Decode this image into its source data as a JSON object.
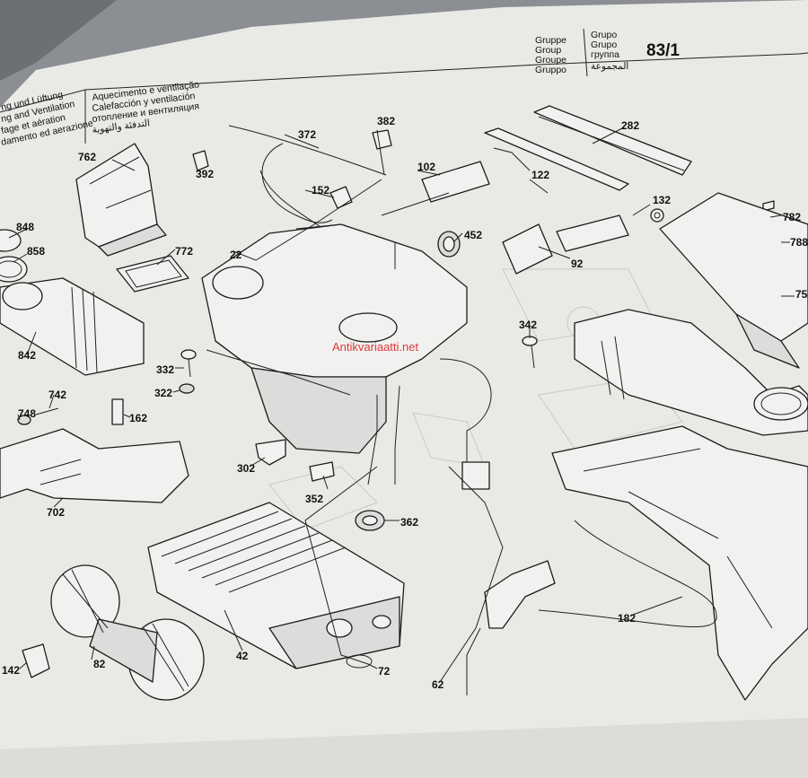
{
  "header": {
    "group_labels": [
      "Gruppe",
      "Group",
      "Groupe",
      "Gruppo"
    ],
    "group_labels_2": [
      "Grupo",
      "Grupo",
      "группа",
      "المجموعة"
    ],
    "group_number": "83/1",
    "title_left": [
      "ng und Lüftung",
      "ng and Ventilation",
      "fage et aération",
      "damento ed aerazione"
    ],
    "title_right": [
      "Aquecimento e ventilação",
      "Calefacción y ventilación",
      "отопление и вентиляция",
      "التدفئة والتهوية"
    ]
  },
  "watermark": "Antikvariaatti.net",
  "parts": [
    {
      "id": "p372",
      "label": "372"
    },
    {
      "id": "p382",
      "label": "382"
    },
    {
      "id": "p282",
      "label": "282"
    },
    {
      "id": "p762",
      "label": "762"
    },
    {
      "id": "p392",
      "label": "392"
    },
    {
      "id": "p102",
      "label": "102"
    },
    {
      "id": "p152",
      "label": "152"
    },
    {
      "id": "p122",
      "label": "122"
    },
    {
      "id": "p132",
      "label": "132"
    },
    {
      "id": "p848",
      "label": "848"
    },
    {
      "id": "p858",
      "label": "858"
    },
    {
      "id": "p772",
      "label": "772"
    },
    {
      "id": "p22",
      "label": "22"
    },
    {
      "id": "p452",
      "label": "452"
    },
    {
      "id": "p782",
      "label": "782"
    },
    {
      "id": "p92",
      "label": "92"
    },
    {
      "id": "p788",
      "label": "788"
    },
    {
      "id": "p842",
      "label": "842"
    },
    {
      "id": "p342",
      "label": "342"
    },
    {
      "id": "p75",
      "label": "75"
    },
    {
      "id": "p332",
      "label": "332"
    },
    {
      "id": "p322",
      "label": "322"
    },
    {
      "id": "p742",
      "label": "742"
    },
    {
      "id": "p748",
      "label": "748"
    },
    {
      "id": "p162",
      "label": "162"
    },
    {
      "id": "p302",
      "label": "302"
    },
    {
      "id": "p352",
      "label": "352"
    },
    {
      "id": "p702",
      "label": "702"
    },
    {
      "id": "p362",
      "label": "362"
    },
    {
      "id": "p182",
      "label": "182"
    },
    {
      "id": "p82",
      "label": "82"
    },
    {
      "id": "p42",
      "label": "42"
    },
    {
      "id": "p72",
      "label": "72"
    },
    {
      "id": "p142",
      "label": "142"
    },
    {
      "id": "p62",
      "label": "62"
    }
  ]
}
